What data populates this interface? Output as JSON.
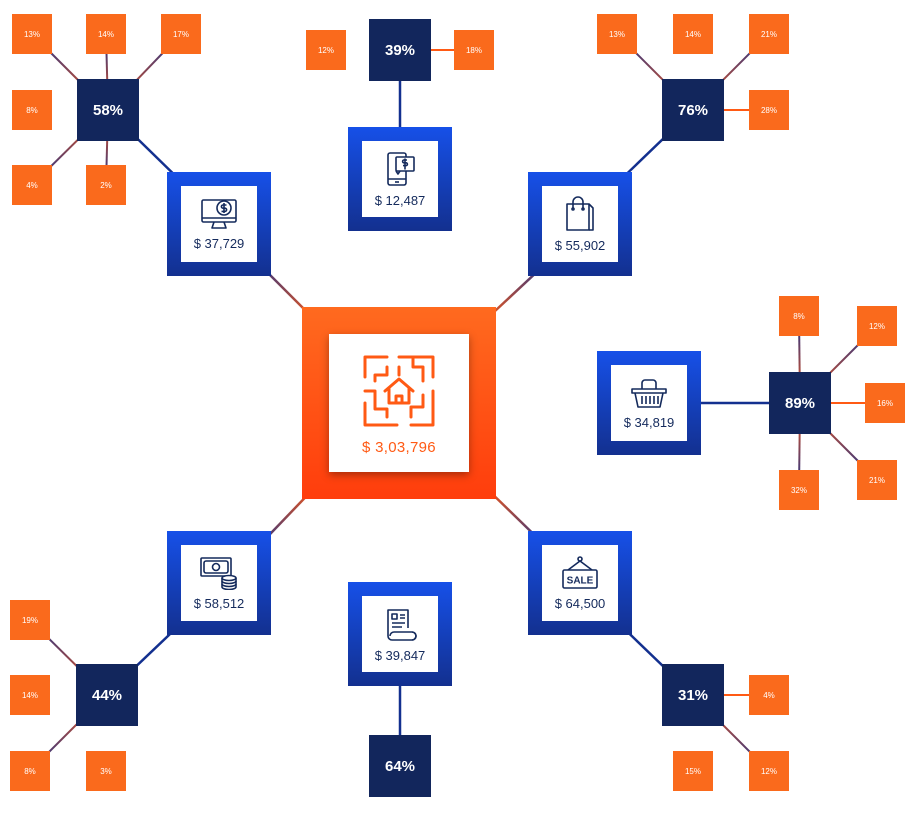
{
  "colors": {
    "orange": "#ff5a14",
    "blue": "#1650e8",
    "navy": "#12265c",
    "white": "#ffffff"
  },
  "center": {
    "icon": "house-maze-icon",
    "value": "$ 3,03,796"
  },
  "branches": [
    {
      "id": "tl",
      "icon": "computer-dollar-icon",
      "value": "$ 37,729",
      "pct": "58%",
      "leaves": [
        "13%",
        "14%",
        "17%",
        "8%",
        "4%",
        "2%"
      ]
    },
    {
      "id": "top",
      "icon": "mobile-payment-icon",
      "value": "$ 12,487",
      "pct": "39%",
      "leaves": [
        "12%",
        "18%"
      ]
    },
    {
      "id": "tr",
      "icon": "shopping-bag-icon",
      "value": "$ 55,902",
      "pct": "76%",
      "leaves": [
        "13%",
        "14%",
        "21%",
        "28%"
      ]
    },
    {
      "id": "right",
      "icon": "shopping-basket-icon",
      "value": "$ 34,819",
      "pct": "89%",
      "leaves": [
        "8%",
        "12%",
        "16%",
        "21%",
        "32%"
      ]
    },
    {
      "id": "br",
      "icon": "sale-sign-icon",
      "value": "$ 64,500",
      "pct": "31%",
      "leaves": [
        "4%",
        "15%",
        "12%"
      ]
    },
    {
      "id": "bottom",
      "icon": "receipt-scroll-icon",
      "value": "$ 39,847",
      "pct": "64%",
      "leaves": []
    },
    {
      "id": "bl",
      "icon": "cash-coins-icon",
      "value": "$ 58,512",
      "pct": "44%",
      "leaves": [
        "19%",
        "14%",
        "8%",
        "3%"
      ]
    }
  ]
}
